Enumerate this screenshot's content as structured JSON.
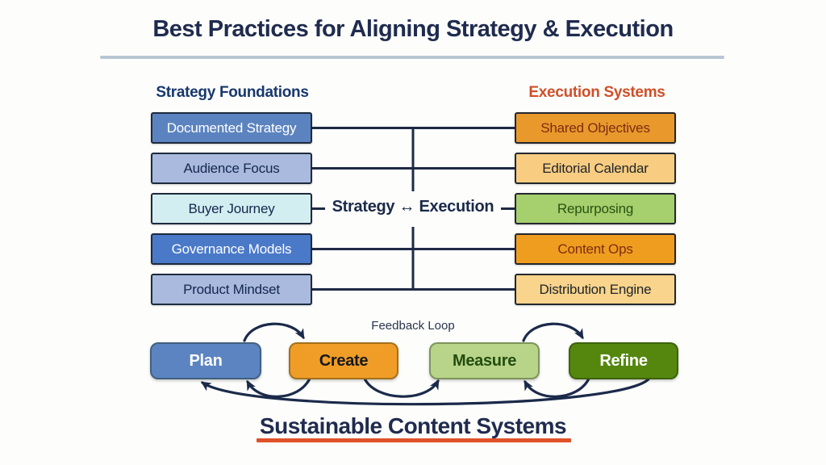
{
  "title": "Best Practices for Aligning Strategy & Execution",
  "columns": {
    "left": {
      "header": "Strategy Foundations",
      "header_color": "#17386d",
      "items": [
        {
          "label": "Documented Strategy",
          "bg": "#5b83bf",
          "fg": "#ffffff"
        },
        {
          "label": "Audience Focus",
          "bg": "#a9bade",
          "fg": "#13274e"
        },
        {
          "label": "Buyer Journey",
          "bg": "#d3eef0",
          "fg": "#13274e"
        },
        {
          "label": "Governance Models",
          "bg": "#4a79c8",
          "fg": "#ffffff"
        },
        {
          "label": "Product Mindset",
          "bg": "#a9bade",
          "fg": "#13274e"
        }
      ]
    },
    "right": {
      "header": "Execution Systems",
      "header_color": "#d04f27",
      "items": [
        {
          "label": "Shared Objectives",
          "bg": "#e9992c",
          "fg": "#7c2d12"
        },
        {
          "label": "Editorial Calendar",
          "bg": "#f8cd81",
          "fg": "#20242a"
        },
        {
          "label": "Repurposing",
          "bg": "#a6cf6d",
          "fg": "#275313"
        },
        {
          "label": "Content Ops",
          "bg": "#ef9d1f",
          "fg": "#7c2d12"
        },
        {
          "label": "Distribution Engine",
          "bg": "#f8d48c",
          "fg": "#20242a"
        }
      ]
    }
  },
  "center_label": "Strategy ↔ Execution",
  "feedback_loop": {
    "label": "Feedback Loop",
    "stages": [
      {
        "label": "Plan",
        "bg": "#5b84c1",
        "fg": "#ffffff"
      },
      {
        "label": "Create",
        "bg": "#f09d27",
        "fg": "#15181c"
      },
      {
        "label": "Measure",
        "bg": "#b7d488",
        "fg": "#234d10"
      },
      {
        "label": "Refine",
        "bg": "#55870f",
        "fg": "#ffffff"
      }
    ]
  },
  "footer": {
    "label": "Sustainable Content Systems",
    "underline_color": "#df5128"
  },
  "colors": {
    "title_ink": "#1f2b4e",
    "connector_line": "#1e2a45",
    "arrow": "#1b2a4a",
    "title_divider": "#b7c6d3",
    "background": "#fdfdfc"
  }
}
